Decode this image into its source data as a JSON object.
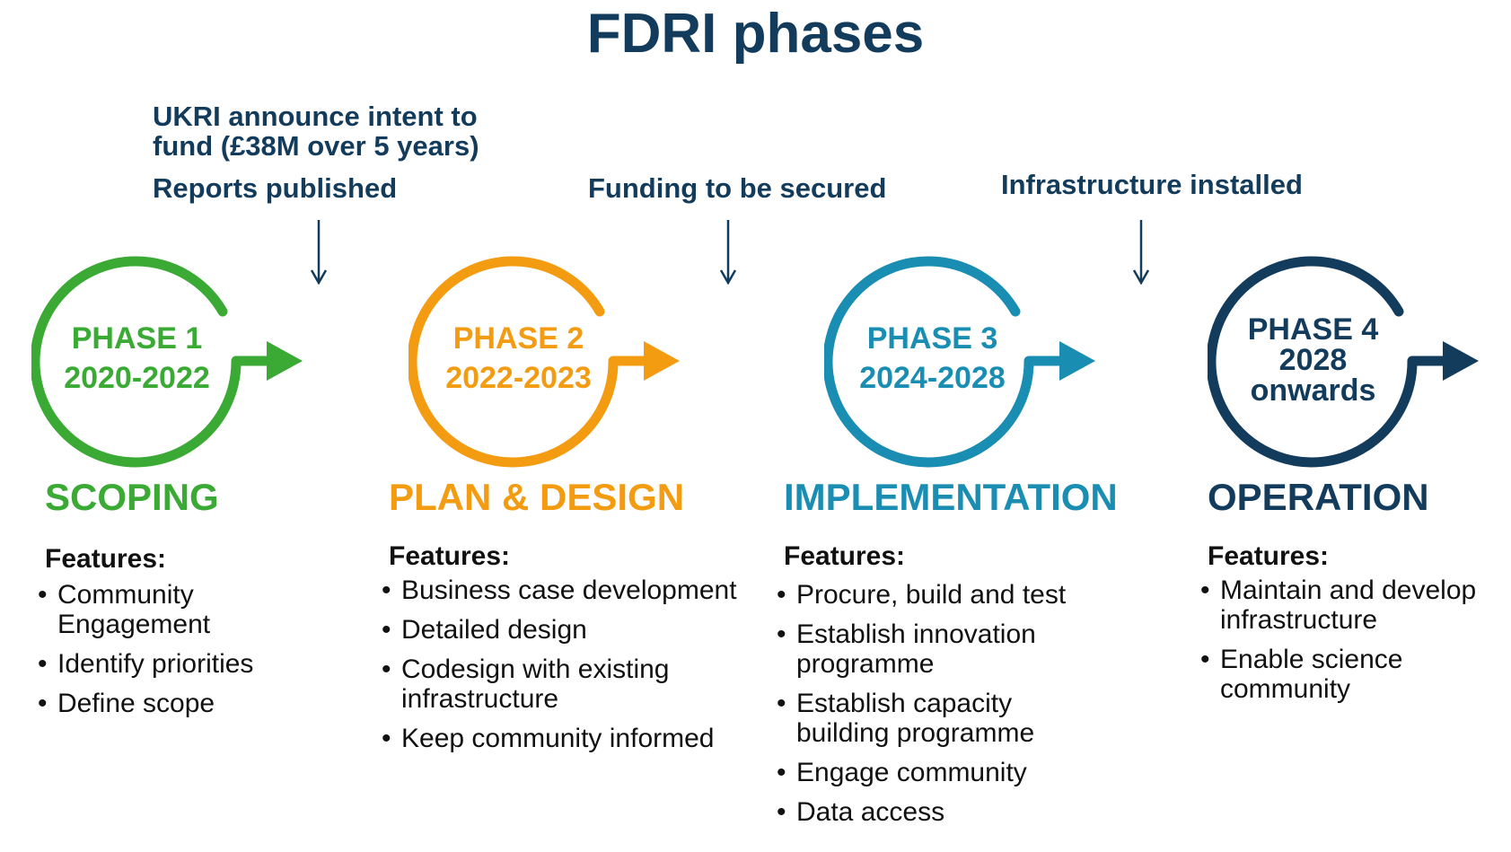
{
  "title": "FDRI phases",
  "milestones": {
    "m1_line1": "UKRI announce intent to",
    "m1_line2": "fund (£38M over 5 years)",
    "m1_line3": "Reports published",
    "m2": "Funding to be secured",
    "m3": "Infrastructure installed"
  },
  "colors": {
    "phase1": "#3aaa35",
    "phase2": "#f39c12",
    "phase3": "#1a8db3",
    "phase4": "#123b5c",
    "title": "#123b5c"
  },
  "phases": [
    {
      "label": "PHASE 1",
      "years": "2020-2022",
      "extra": "",
      "name": "SCOPING",
      "features_heading": "Features:",
      "features": [
        "Community Engagement",
        "Identify priorities",
        "Define scope"
      ]
    },
    {
      "label": "PHASE 2",
      "years": "2022-2023",
      "extra": "",
      "name": "PLAN & DESIGN",
      "features_heading": "Features:",
      "features": [
        "Business case development",
        "Detailed design",
        "Codesign with existing infrastructure",
        "Keep community informed"
      ]
    },
    {
      "label": "PHASE 3",
      "years": "2024-2028",
      "extra": "",
      "name": "IMPLEMENTATION",
      "features_heading": "Features:",
      "features": [
        "Procure, build and test",
        "Establish innovation programme",
        "Establish capacity building programme",
        "Engage community",
        "Data access"
      ]
    },
    {
      "label": "PHASE 4",
      "years": "2028",
      "extra": "onwards",
      "name": "OPERATION",
      "features_heading": "Features:",
      "features": [
        "Maintain and develop infrastructure",
        "Enable science community"
      ]
    }
  ]
}
